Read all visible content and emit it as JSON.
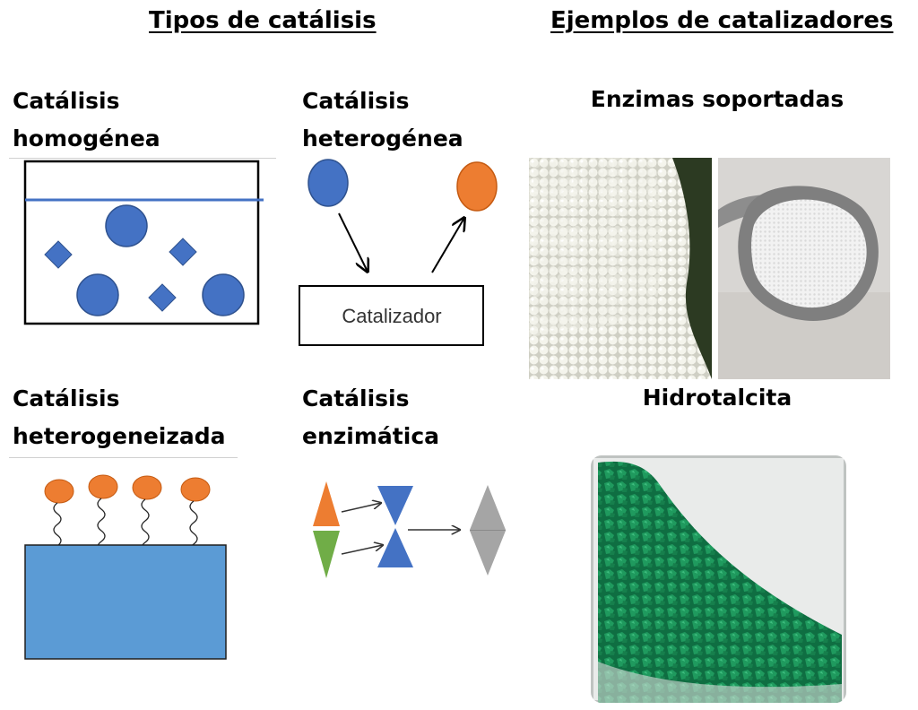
{
  "headers": {
    "types": "Tipos de catálisis",
    "examples": "Ejemplos de catalizadores"
  },
  "types": {
    "homogeneous": [
      "Catálisis",
      "homogénea"
    ],
    "heterogeneous": [
      "Catálisis",
      "heterogénea"
    ],
    "heterogenized": [
      "Catálisis",
      "heterogeneizada"
    ],
    "enzymatic": [
      "Catálisis",
      "enzimática"
    ]
  },
  "catalyst_box_label": "Catalizador",
  "examples": {
    "supported_enzymes": "Enzimas soportadas",
    "hydrotalcite": "Hidrotalcita"
  },
  "colors": {
    "blue": "#4472c4",
    "orange": "#ed7d31",
    "green": "#70ad47",
    "gray": "#a5a5a5",
    "surface_blue": "#5b9bd5",
    "hydrotalcite_green": "#1e8f5a"
  }
}
